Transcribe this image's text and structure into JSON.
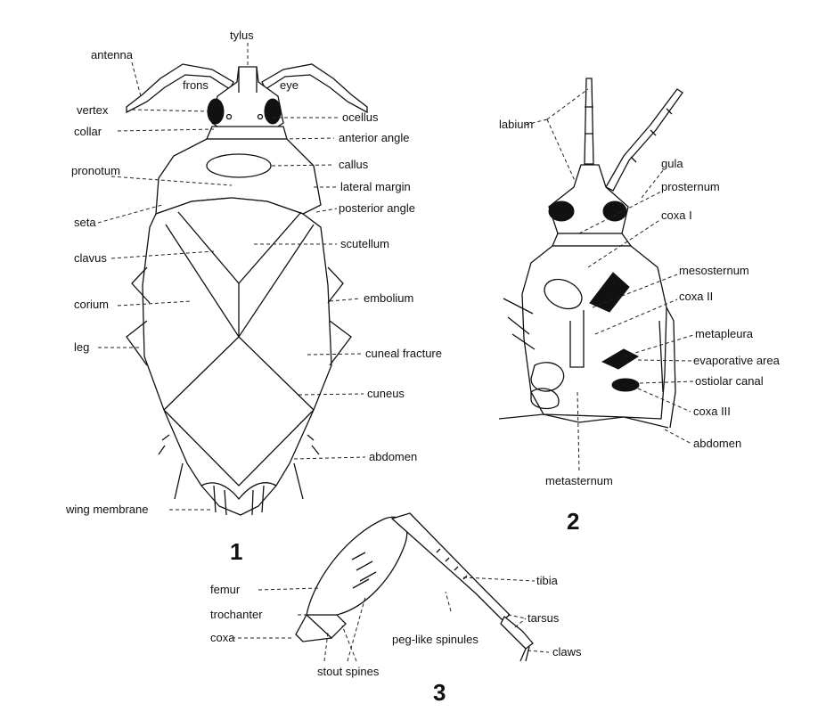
{
  "figure1": {
    "number": "1",
    "labels": {
      "tylus": "tylus",
      "antenna": "antenna",
      "frons": "frons",
      "eye": "eye",
      "vertex": "vertex",
      "ocellus": "ocellus",
      "collar": "collar",
      "anterior_angle": "anterior angle",
      "callus": "callus",
      "pronotum": "pronotum",
      "lateral_margin": "lateral margin",
      "seta": "seta",
      "posterior_angle": "posterior angle",
      "clavus": "clavus",
      "scutellum": "scutellum",
      "corium": "corium",
      "embolium": "embolium",
      "leg": "leg",
      "cuneal_fracture": "cuneal fracture",
      "cuneus": "cuneus",
      "abdomen": "abdomen",
      "wing_membrane": "wing membrane"
    }
  },
  "figure2": {
    "number": "2",
    "labels": {
      "labium": "labium",
      "gula": "gula",
      "prosternum": "prosternum",
      "coxa_1": "coxa I",
      "mesosternum": "mesosternum",
      "coxa_2": "coxa II",
      "metapleura": "metapleura",
      "evaporative_area": "evaporative area",
      "ostiolar_canal": "ostiolar canal",
      "coxa_3": "coxa III",
      "abdomen": "abdomen",
      "metasternum": "metasternum"
    }
  },
  "figure3": {
    "number": "3",
    "labels": {
      "tibia": "tibia",
      "femur": "femur",
      "tarsus": "tarsus",
      "trochanter": "trochanter",
      "coxa": "coxa",
      "peg_like_spinules": "peg-like spinules",
      "claws": "claws",
      "stout_spines": "stout spines"
    }
  }
}
